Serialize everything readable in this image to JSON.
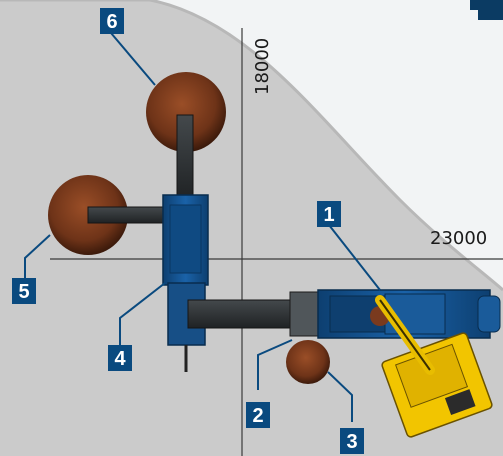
{
  "dimensions": {
    "vertical": "18000",
    "horizontal": "23000"
  },
  "callouts": [
    {
      "id": "1",
      "label": "1"
    },
    {
      "id": "2",
      "label": "2"
    },
    {
      "id": "3",
      "label": "3"
    },
    {
      "id": "4",
      "label": "4"
    },
    {
      "id": "5",
      "label": "5"
    },
    {
      "id": "6",
      "label": "6"
    }
  ],
  "colors": {
    "callout_bg": "#0a4a7f",
    "machine_blue": "#114f8a",
    "conveyor": "#2f3336",
    "stockpile": "#7a3a1e",
    "excavator": "#f2c500",
    "ground": "#cfcfcf"
  }
}
